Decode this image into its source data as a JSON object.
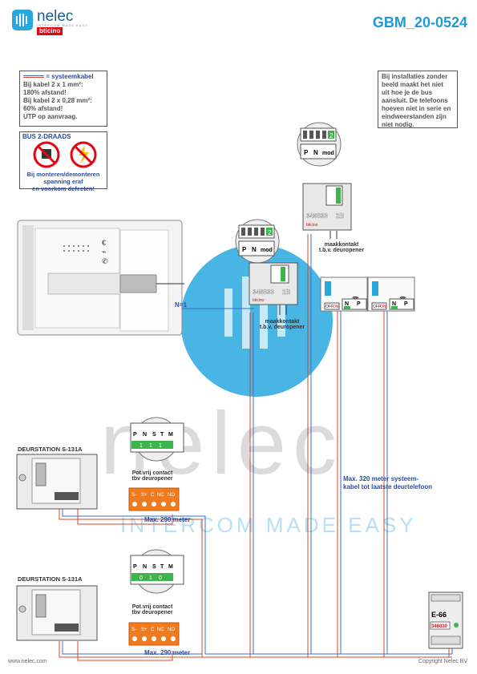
{
  "header": {
    "brand": "nelec",
    "tagline": "INTERCOM MADE EASY",
    "partner": "bticino",
    "doc_code": "GBM_20-0524"
  },
  "cable_note": {
    "title": "= systeemkabel",
    "lines": [
      "Bij kabel 2 x 1 mm²:",
      "180% afstand!",
      "Bij kabel 2 x 0,28 mm²:",
      "60% afstand!",
      "UTP op aanvraag."
    ]
  },
  "bus_note": {
    "title": "BUS 2-DRAADS",
    "warning_lines": [
      "Bij monteren/demonteren",
      "spanning eraf",
      "en voorkom defecten!"
    ]
  },
  "info_note": {
    "lines": [
      "Bij installaties zonder",
      "beeld maakt het niet",
      "uit hoe je de bus",
      "aansluit. De telefoons",
      "hoeven niet in serie en",
      "eindweerstanden zijn",
      "niet nodig."
    ]
  },
  "monitor": {
    "label": "N=1"
  },
  "relay_modules": [
    {
      "code": "346833",
      "suffix": "2B",
      "terminals": [
        "P",
        "N",
        "mod"
      ],
      "setting": "2",
      "label_1": "maakkontakt",
      "label_2": "t.b.v. deuropener"
    },
    {
      "code": "346833",
      "suffix": "2B",
      "terminals": [
        "P",
        "N",
        "mod"
      ],
      "setting": "2",
      "label_1": "maakkontakt",
      "label_2": "t.b.v. deuropener"
    }
  ],
  "phones": [
    {
      "terminals": [
        "N",
        "P"
      ],
      "switch_off": "OFF",
      "switch_on": "ON",
      "setting": "1"
    },
    {
      "terminals": [
        "N",
        "P"
      ],
      "switch_off": "OFF",
      "switch_on": "ON",
      "setting": "1"
    }
  ],
  "door_stations": [
    {
      "title": "DEURSTATION S-131A",
      "dip_labels": [
        "P",
        "N",
        "S",
        "T",
        "M"
      ],
      "dip_values": [
        "1",
        "1",
        "1"
      ],
      "contact_1": "Pot.vrij contact",
      "contact_2": "tbv deuropener",
      "relay_terminals": [
        "S-",
        "S+",
        "C",
        "NC",
        "NO"
      ],
      "distance": "Max. 290 meter"
    },
    {
      "title": "DEURSTATION S-131A",
      "dip_labels": [
        "P",
        "N",
        "S",
        "T",
        "M"
      ],
      "dip_values": [
        "0",
        "1",
        "0"
      ],
      "contact_1": "Pot.vrij contact",
      "contact_2": "tbv deuropener",
      "relay_terminals": [
        "S-",
        "S+",
        "C",
        "NC",
        "NO"
      ],
      "distance": "Max. 290 meter"
    }
  ],
  "max_cable_note": [
    "Max. 320 meter systeem-",
    "kabel tot laatste deurtelefoon"
  ],
  "power_supply": {
    "model": "E-66",
    "code": "346030"
  },
  "watermark": {
    "big": "nelec",
    "small": "INTERCOM MADE EASY"
  },
  "footer": {
    "website": "www.nelec.com",
    "copyright": "Copyright Nelec BV"
  },
  "colors": {
    "accent": "#1e9ad6",
    "bus_red": "#d9442b",
    "bus_blue": "#3a6fc4",
    "relay_orange": "#f07a1e",
    "terminal_green": "#3db54a"
  }
}
